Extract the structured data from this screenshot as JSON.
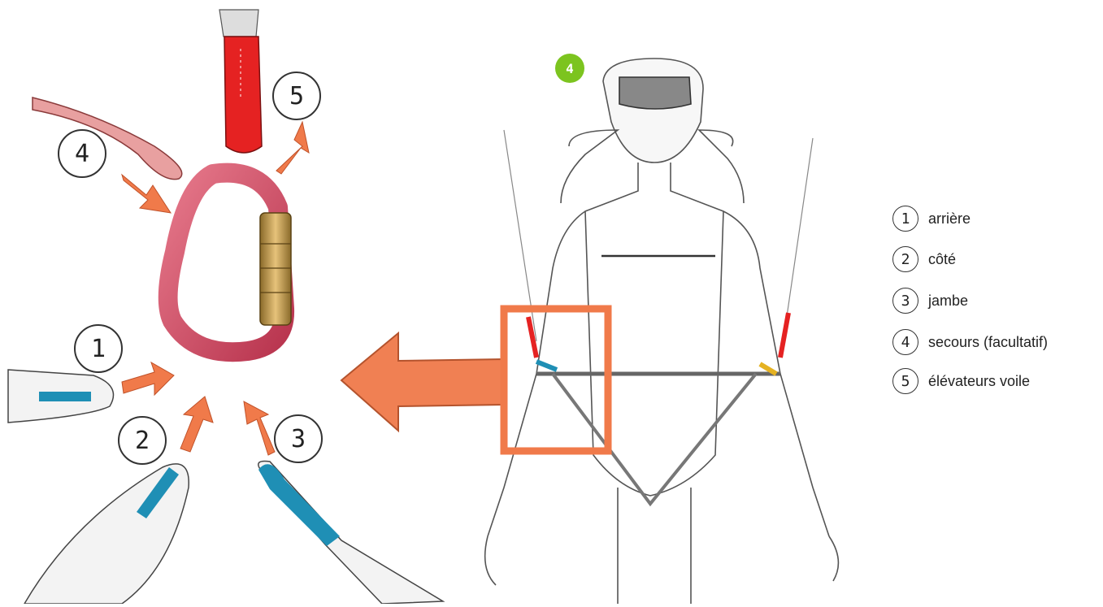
{
  "badge": {
    "number": "4",
    "color": "#7cc41f"
  },
  "callouts": [
    {
      "number": "1"
    },
    {
      "number": "2"
    },
    {
      "number": "3"
    },
    {
      "number": "4"
    },
    {
      "number": "5"
    }
  ],
  "legend": [
    {
      "number": "1",
      "label": "arrière"
    },
    {
      "number": "2",
      "label": "côté"
    },
    {
      "number": "3",
      "label": "jambe"
    },
    {
      "number": "4",
      "label": "secours (facultatif)"
    },
    {
      "number": "5",
      "label": "élévateurs voile"
    }
  ],
  "colors": {
    "carabiner": "#d9506a",
    "gate": "#c9a04a",
    "arrow": "#f07a4a",
    "riser": "#e52222",
    "leg_strap": "#1f8fb5"
  },
  "icons": [
    "carabiner-icon",
    "pilot-illustration",
    "arrow-icon"
  ]
}
